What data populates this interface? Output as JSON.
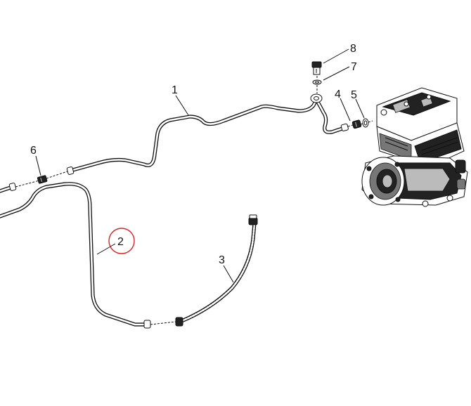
{
  "callouts": [
    {
      "id": "1",
      "label": "1"
    },
    {
      "id": "2",
      "label": "2",
      "highlighted": true
    },
    {
      "id": "3",
      "label": "3"
    },
    {
      "id": "4",
      "label": "4"
    },
    {
      "id": "5",
      "label": "5"
    },
    {
      "id": "6",
      "label": "6"
    },
    {
      "id": "7",
      "label": "7"
    },
    {
      "id": "8",
      "label": "8"
    }
  ],
  "colors": {
    "line": "#111111",
    "highlight_circle": "#dd2222",
    "background": "#ffffff"
  }
}
